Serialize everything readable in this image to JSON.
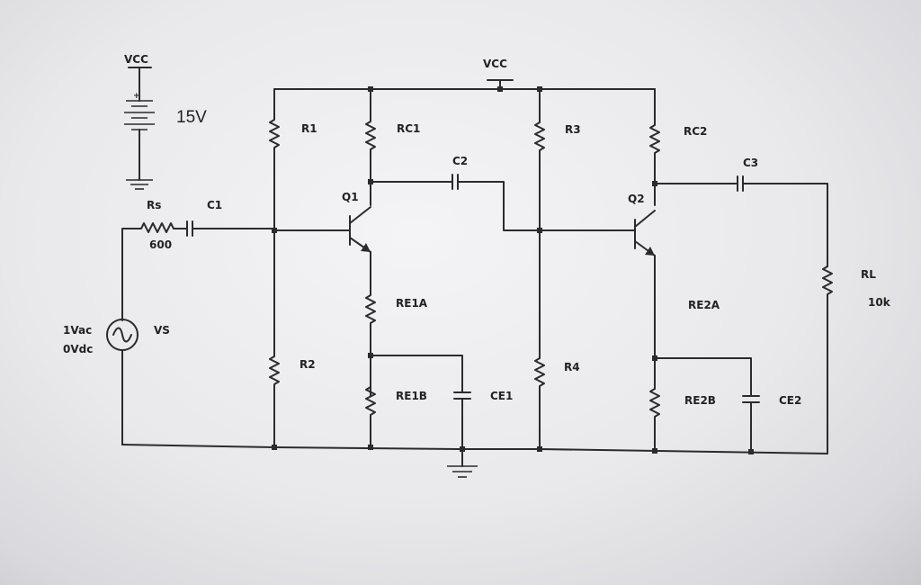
{
  "labels": {
    "vcc_left": "VCC",
    "vcc_top": "VCC",
    "supply": "15V",
    "r1": "R1",
    "rc1": "RC1",
    "r3": "R3",
    "rc2": "RC2",
    "c2": "C2",
    "c3": "C3",
    "rs": "Rs",
    "c1": "C1",
    "rs_val": "600",
    "q1": "Q1",
    "q2": "Q2",
    "rl": "RL",
    "rl_val": "10k",
    "re1a": "RE1A",
    "re2a": "RE2A",
    "vs_ac": "1Vac",
    "vs_dc": "0Vdc",
    "vs": "VS",
    "r2": "R2",
    "r4": "R4",
    "re1b": "RE1B",
    "ce1": "CE1",
    "re2b": "RE2B",
    "ce2": "CE2"
  }
}
